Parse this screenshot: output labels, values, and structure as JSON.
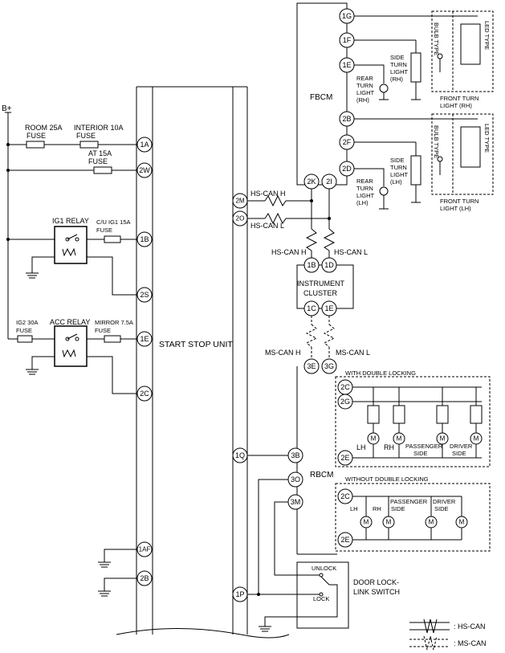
{
  "supply": {
    "battery": "B+"
  },
  "fuses": {
    "room": [
      "ROOM 25A",
      "FUSE"
    ],
    "interior": [
      "INTERIOR 10A",
      "FUSE"
    ],
    "at": [
      "AT 15A",
      "FUSE"
    ],
    "cu_ig1": [
      "C/U IG1 15A",
      "FUSE"
    ],
    "ig2": [
      "IG2 30A",
      "FUSE"
    ],
    "mirror": [
      "MIRROR 7.5A",
      "FUSE"
    ]
  },
  "relays": {
    "ig1": "IG1 RELAY",
    "acc": "ACC RELAY"
  },
  "modules": {
    "ssu": "START STOP UNIT",
    "fbcm": "FBCM",
    "cluster": [
      "INSTRUMENT",
      "CLUSTER"
    ],
    "rbcm": "RBCM",
    "door_switch": [
      "DOOR LOCK-",
      "LINK SWITCH"
    ]
  },
  "ssu_pins": [
    "1A",
    "2W",
    "1B",
    "2S",
    "1E",
    "2C",
    "1Q",
    "1AF",
    "2B",
    "1P",
    "2M",
    "2O"
  ],
  "fbcm_pins": [
    "1G",
    "1F",
    "1E",
    "2B",
    "2F",
    "2D",
    "2K",
    "2I"
  ],
  "cluster_pins": [
    "1B",
    "1D",
    "1C",
    "1E"
  ],
  "rbcm_pins": [
    "3E",
    "3G",
    "3B",
    "3O",
    "3M",
    "2C",
    "2G",
    "2E",
    "2C",
    "2E"
  ],
  "bus_labels": {
    "hs_h": "HS-CAN H",
    "hs_l": "HS-CAN L",
    "ms_h": "MS-CAN H",
    "ms_l": "MS-CAN L"
  },
  "lights": {
    "rear_rh": [
      "REAR",
      "TURN",
      "LIGHT",
      "(RH)"
    ],
    "side_rh": [
      "SIDE",
      "TURN",
      "LIGHT",
      "(RH)"
    ],
    "rear_lh": [
      "REAR",
      "TURN",
      "LIGHT",
      "(LH)"
    ],
    "side_lh": [
      "SIDE",
      "TURN",
      "LIGHT",
      "(LH)"
    ],
    "front_rh": [
      "FRONT TURN",
      "LIGHT (RH)"
    ],
    "front_lh": [
      "FRONT TURN",
      "LIGHT (LH)"
    ],
    "bulb_type": "BULB TYPE",
    "led_type": "LED TYPE"
  },
  "locking": {
    "with_double": "WITH DOUBLE LOCKING",
    "without_double": "WITHOUT DOUBLE LOCKING",
    "lh": "LH",
    "rh": "RH",
    "passenger": [
      "PASSENGER",
      "SIDE"
    ],
    "driver": [
      "DRIVER",
      "SIDE"
    ],
    "motor": "M"
  },
  "switch_positions": {
    "unlock": "UNLOCK",
    "lock": "LOCK"
  },
  "legend": {
    "hs": ": HS-CAN",
    "ms": ": MS-CAN"
  }
}
